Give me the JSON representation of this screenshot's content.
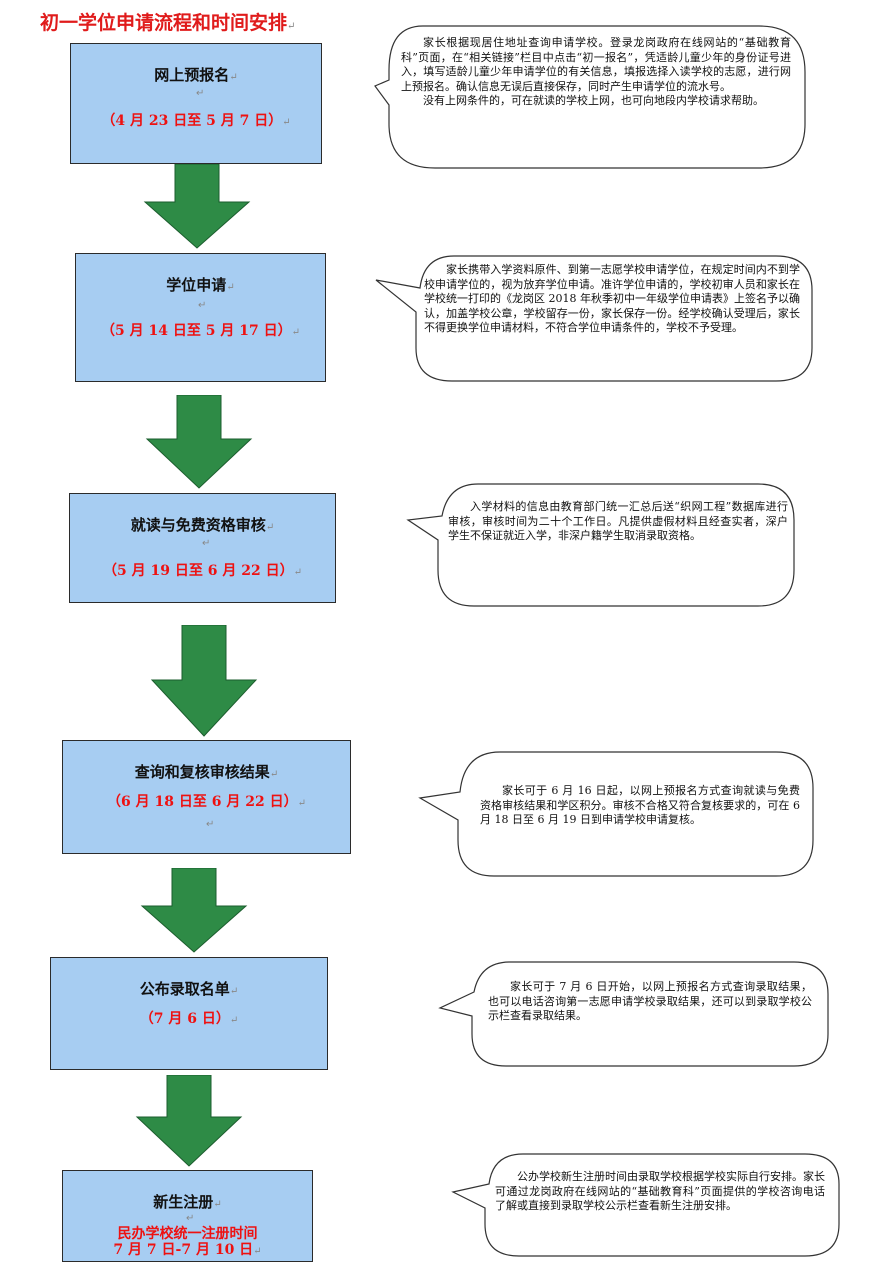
{
  "title": "初一学位申请流程和时间安排",
  "steps": [
    {
      "name": "网上预报名",
      "date": "（4 月 23 日至 5 月 7 日）"
    },
    {
      "name": "学位申请",
      "date": "（5 月 14 日至 5 月 17 日）"
    },
    {
      "name": "就读与免费资格审核",
      "date": "（5 月 19 日至 6 月 22 日）"
    },
    {
      "name": "查询和复核审核结果",
      "date": "（6 月 18 日至 6 月 22 日）"
    },
    {
      "name": "公布录取名单",
      "date": "（7 月 6 日）"
    },
    {
      "name": "新生注册",
      "date_line1": "民办学校统一注册时间",
      "date_line2": "7 月 7 日-7 月 10 日"
    }
  ],
  "notes": [
    {
      "p1": "家长根据现居住地址查询申请学校。登录龙岗政府在线网站的“基础教育科”页面，在“相关链接”栏目中点击“初一报名”，凭适龄儿童少年的身份证号进入，填写适龄儿童少年申请学位的有关信息，填报选择入读学校的志愿，进行网上预报名。确认信息无误后直接保存，同时产生申请学位的流水号。",
      "p2": "没有上网条件的，可在就读的学校上网，也可向地段内学校请求帮助。"
    },
    {
      "p1": "家长携带入学资料原件、到第一志愿学校申请学位，在规定时间内不到学校申请学位的，视为放弃学位申请。准许学位申请的，学校初审人员和家长在学校统一打印的《龙岗区 2018 年秋季初中一年级学位申请表》上签名予以确认，加盖学校公章，学校留存一份，家长保存一份。经学校确认受理后，家长不得更换学位申请材料，不符合学位申请条件的，学校不予受理。"
    },
    {
      "p1": "入学材料的信息由教育部门统一汇总后送“织网工程”数据库进行审核，审核时间为二十个工作日。凡提供虚假材料且经查实者，深户学生不保证就近入学，非深户籍学生取消录取资格。"
    },
    {
      "p1": "家长可于 6 月 16 日起，以网上预报名方式查询就读与免费资格审核结果和学区积分。审核不合格又符合复核要求的，可在 6 月 18 日至 6 月 19 日到申请学校申请复核。"
    },
    {
      "p1": "家长可于 7 月 6 日开始，以网上预报名方式查询录取结果，也可以电话咨询第一志愿申请学校录取结果，还可以到录取学校公示栏查看录取结果。"
    },
    {
      "p1": "公办学校新生注册时间由录取学校根据学校实际自行安排。家长可通过龙岗政府在线网站的“基础教育科”页面提供的学校咨询电话了解或直接到录取学校公示栏查看新生注册安排。"
    }
  ],
  "colors": {
    "box_fill": "#a7cdf2",
    "arrow_fill": "#2e8b46",
    "date_red": "#ee1111",
    "title_red": "#e01b1b"
  }
}
